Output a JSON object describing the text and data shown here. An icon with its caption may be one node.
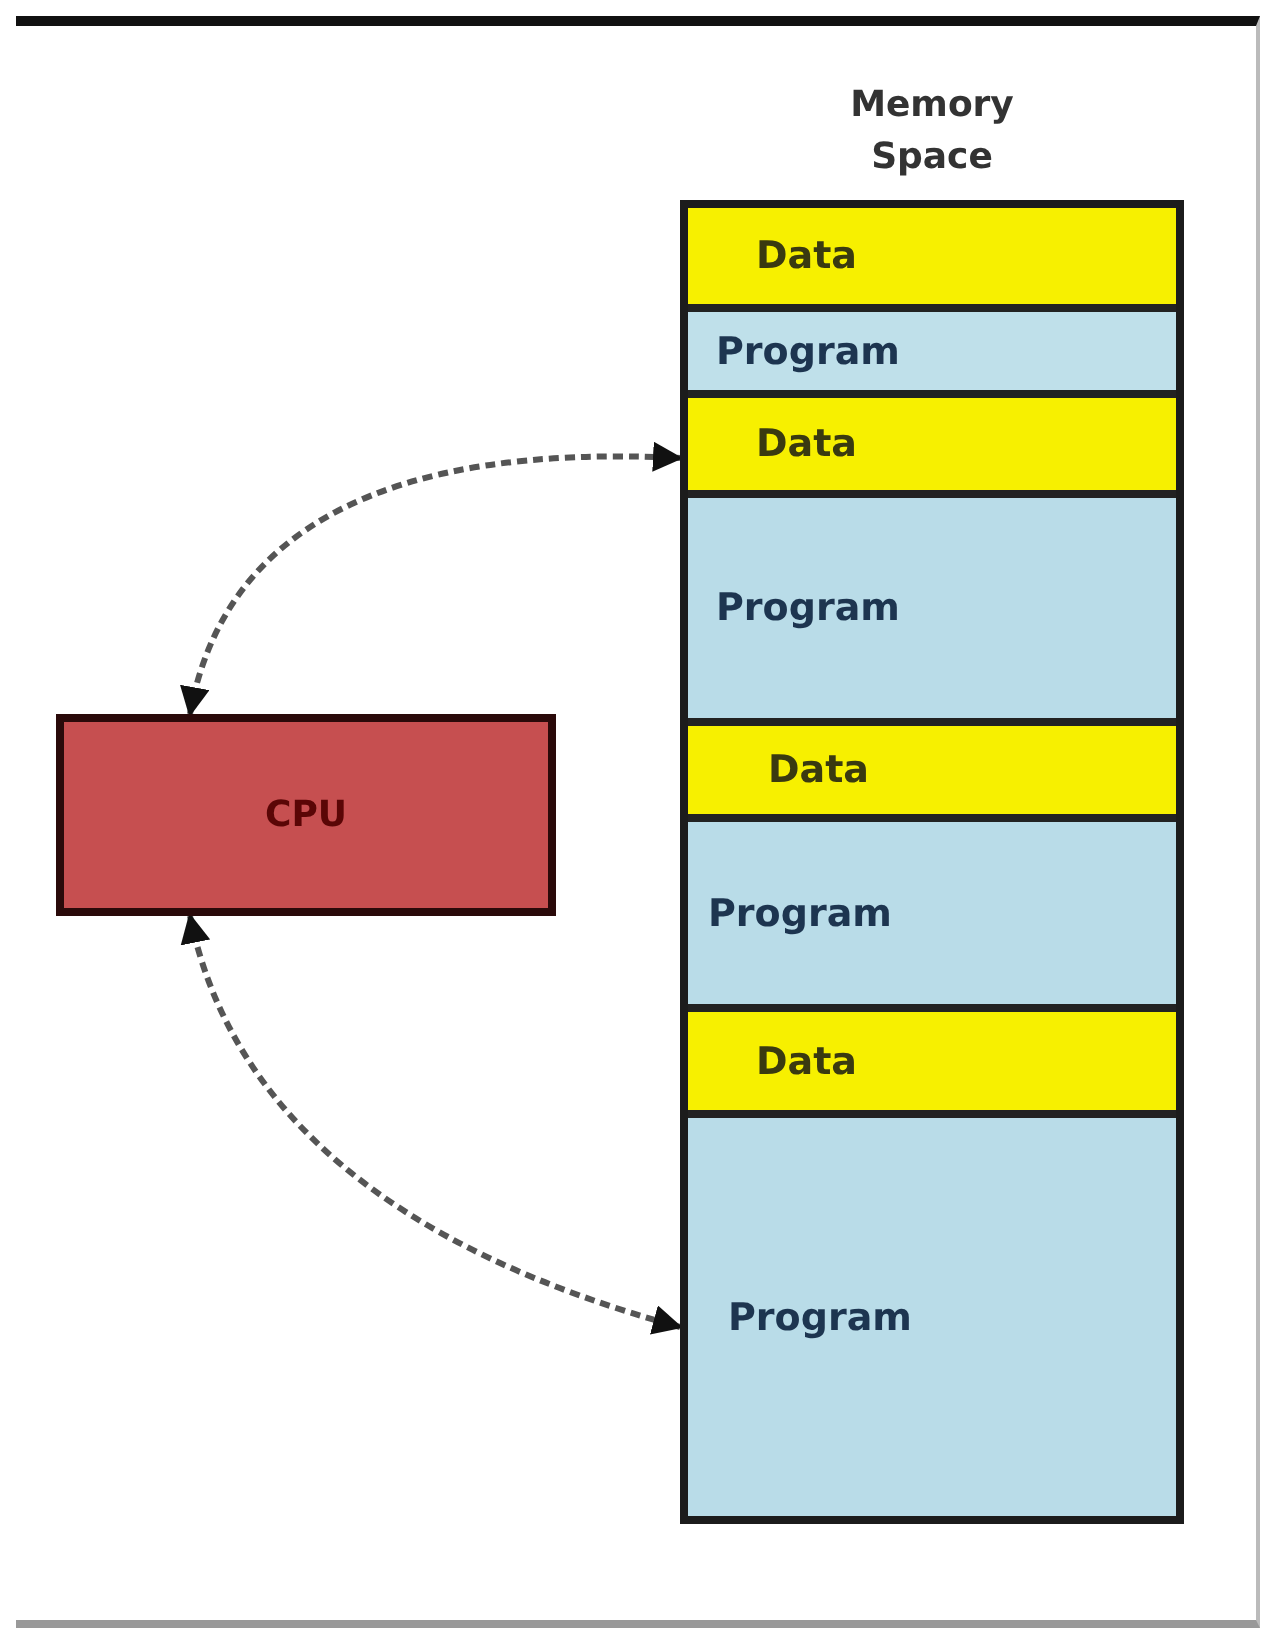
{
  "diagram": {
    "nodes": [
      {
        "text": [
          "Memory Space"
        ]
      },
      {
        "text": [
          "Data"
        ],
        "in": 0
      },
      {
        "text": [
          "Program"
        ],
        "in": 0
      },
      {
        "text": [
          "Data"
        ],
        "in": 0
      },
      {
        "text": [
          "Program"
        ],
        "in": 0
      },
      {
        "text": [
          "Data"
        ],
        "in": 0
      },
      {
        "text": [
          "Program"
        ],
        "in": 0
      },
      {
        "text": [
          "Data"
        ],
        "in": 0
      },
      {
        "text": [
          "Program"
        ],
        "in": 0
      },
      {
        "text": [
          "CPU"
        ]
      }
    ],
    "edges": [
      {
        "from": 9,
        "to": 3,
        "arrow": "both",
        "style": "dashed"
      },
      {
        "from": 9,
        "to": 8,
        "arrow": "both",
        "style": "dashed"
      }
    ]
  }
}
